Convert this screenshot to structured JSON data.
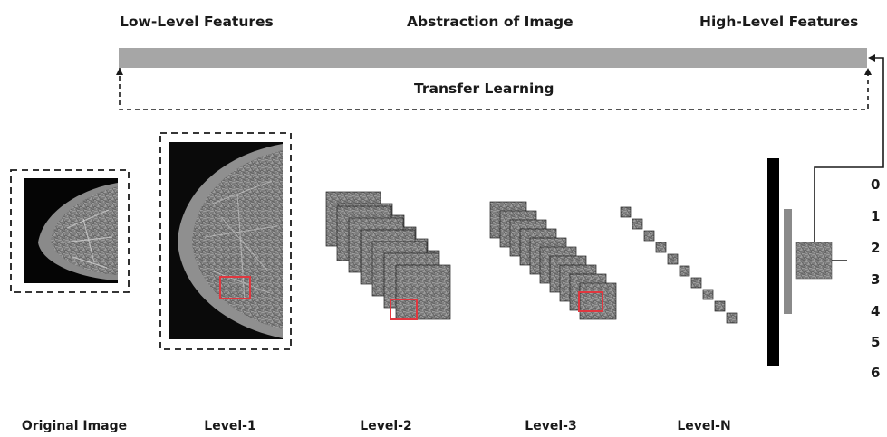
{
  "header": {
    "low_level": "Low-Level Features",
    "abstraction": "Abstraction of Image",
    "high_level": "High-Level Features"
  },
  "transfer_learning": "Transfer Learning",
  "stages": [
    {
      "label": "Original Image"
    },
    {
      "label": "Level-1"
    },
    {
      "label": "Level-2"
    },
    {
      "label": "Level-3"
    },
    {
      "label": "Level-N"
    }
  ],
  "output_classes": [
    "0",
    "1",
    "2",
    "3",
    "4",
    "5",
    "6"
  ],
  "colors": {
    "bar": "#a6a6a6",
    "dashed": "#1a1a1a",
    "roi": "#e0373f",
    "dense": "#000000",
    "output_bar": "#8a8a8a",
    "tile": "#7a7a7a"
  }
}
